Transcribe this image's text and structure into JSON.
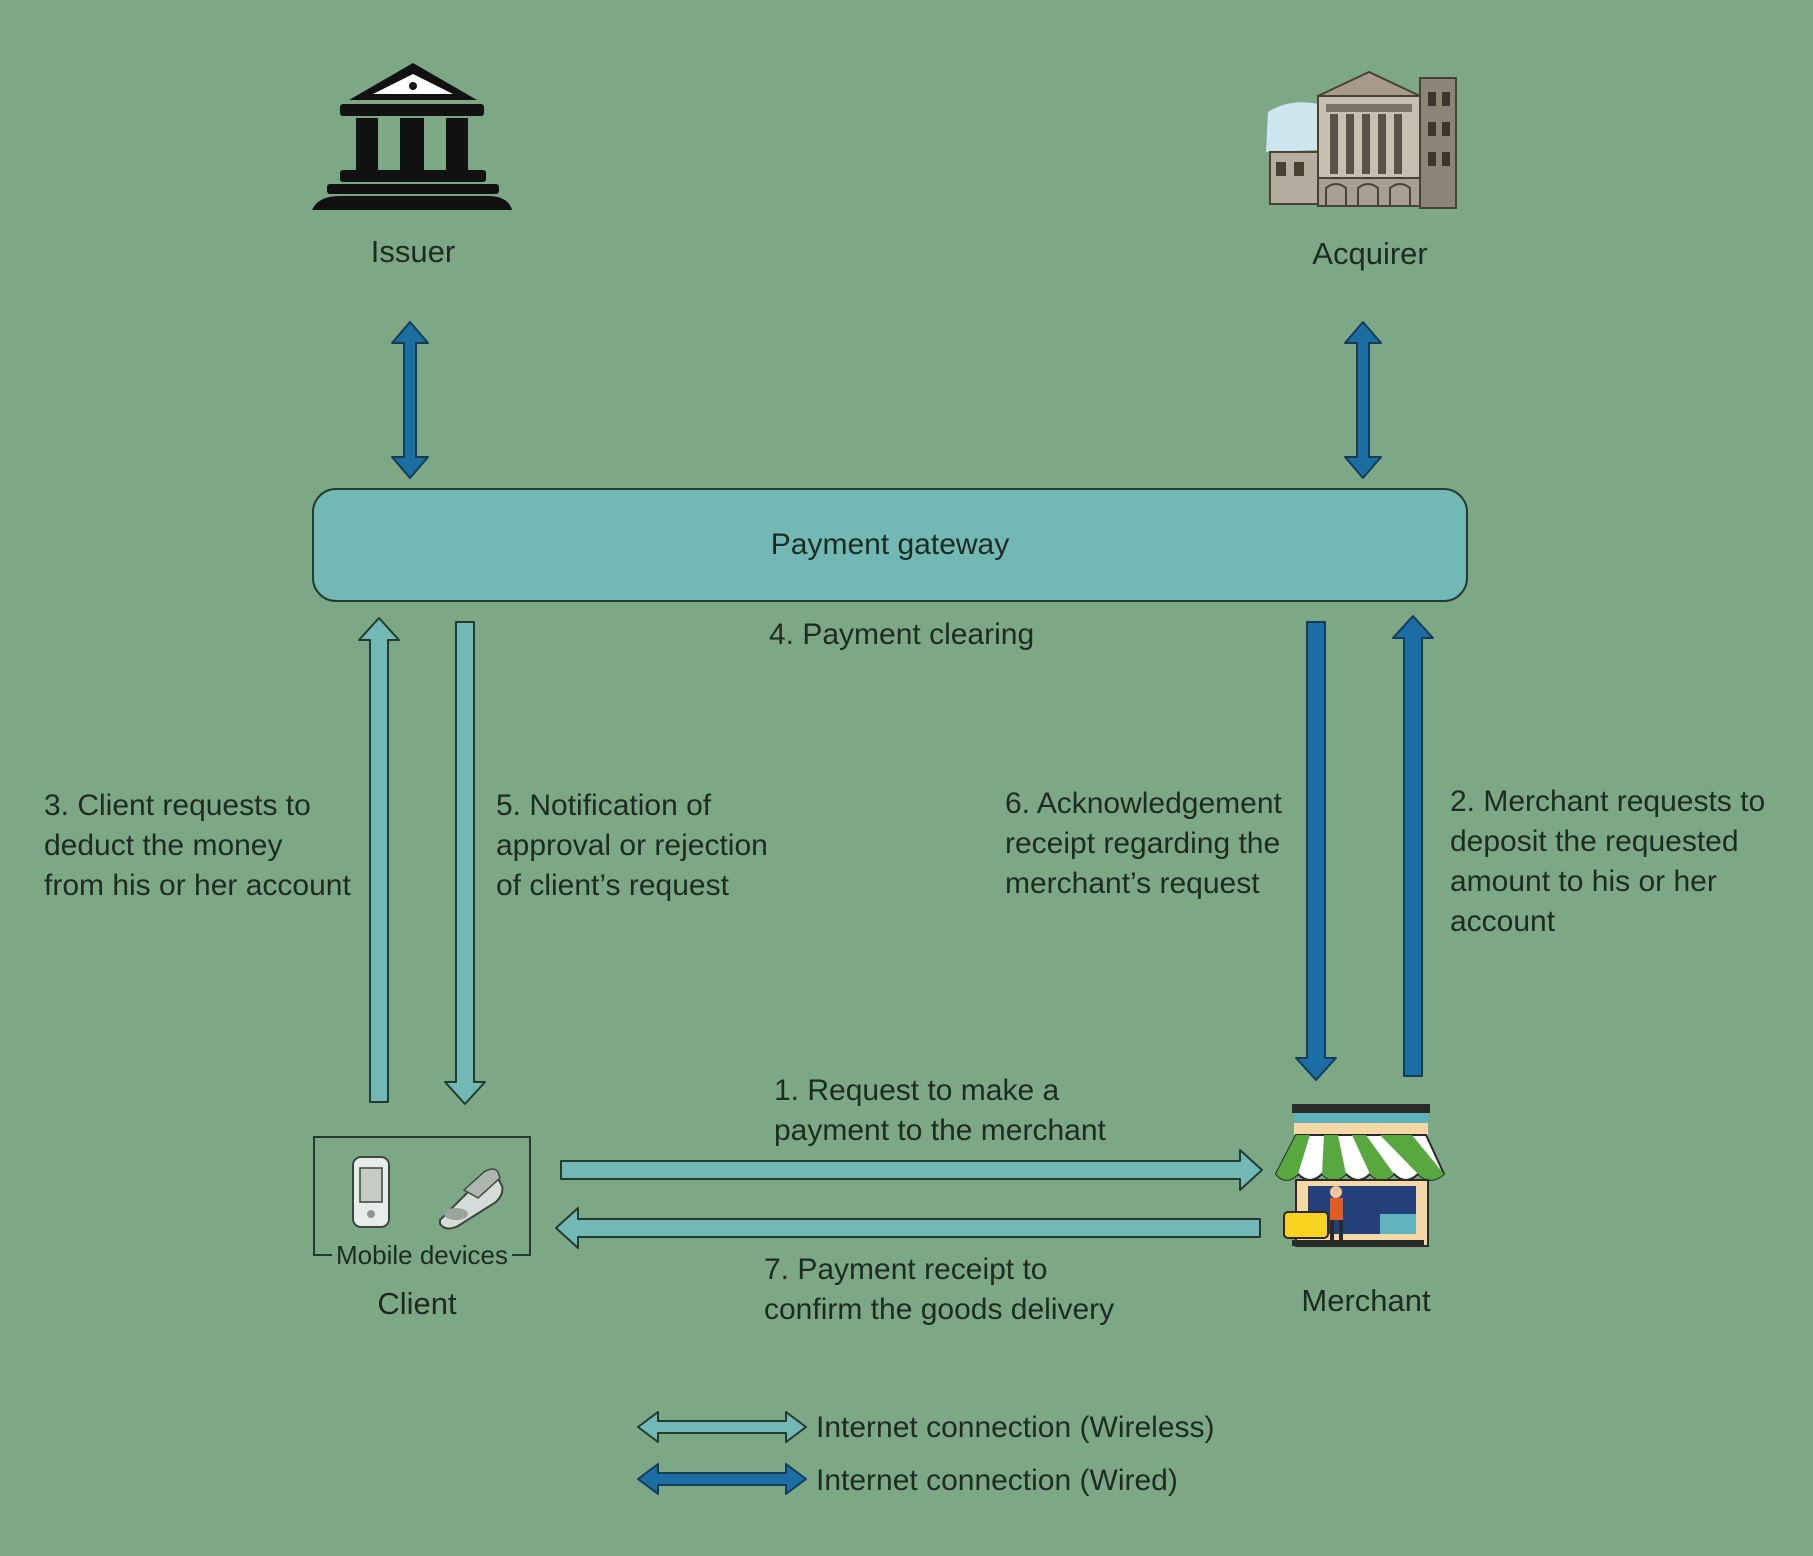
{
  "nodes": {
    "issuer": "Issuer",
    "acquirer": "Acquirer",
    "gateway": "Payment gateway",
    "client": "Client",
    "mobile_devices": "Mobile devices",
    "merchant": "Merchant"
  },
  "steps": {
    "s1": "1. Request to make a\npayment to the merchant",
    "s2": "2. Merchant requests to\ndeposit the requested\namount to his or her\naccount",
    "s3": "3. Client requests to\ndeduct the money\nfrom his or her account",
    "s4": "4. Payment clearing",
    "s5": "5. Notification of\napproval or rejection\nof client’s request",
    "s6": "6. Acknowledgement\nreceipt regarding the\nmerchant’s request",
    "s7": "7. Payment receipt to\nconfirm the goods delivery"
  },
  "legend": {
    "wireless": "Internet connection (Wireless)",
    "wired": "Internet connection (Wired)"
  },
  "colors": {
    "background": "#7da886",
    "wireless": "#72b8b5",
    "wired": "#1a6ea4",
    "outline": "#243a30"
  },
  "icons": {
    "issuer": "bank-building-icon",
    "acquirer": "bank-photo-icon",
    "merchant": "storefront-icon",
    "client_devices": [
      "mobile-phone-icon",
      "flip-phone-icon"
    ]
  }
}
